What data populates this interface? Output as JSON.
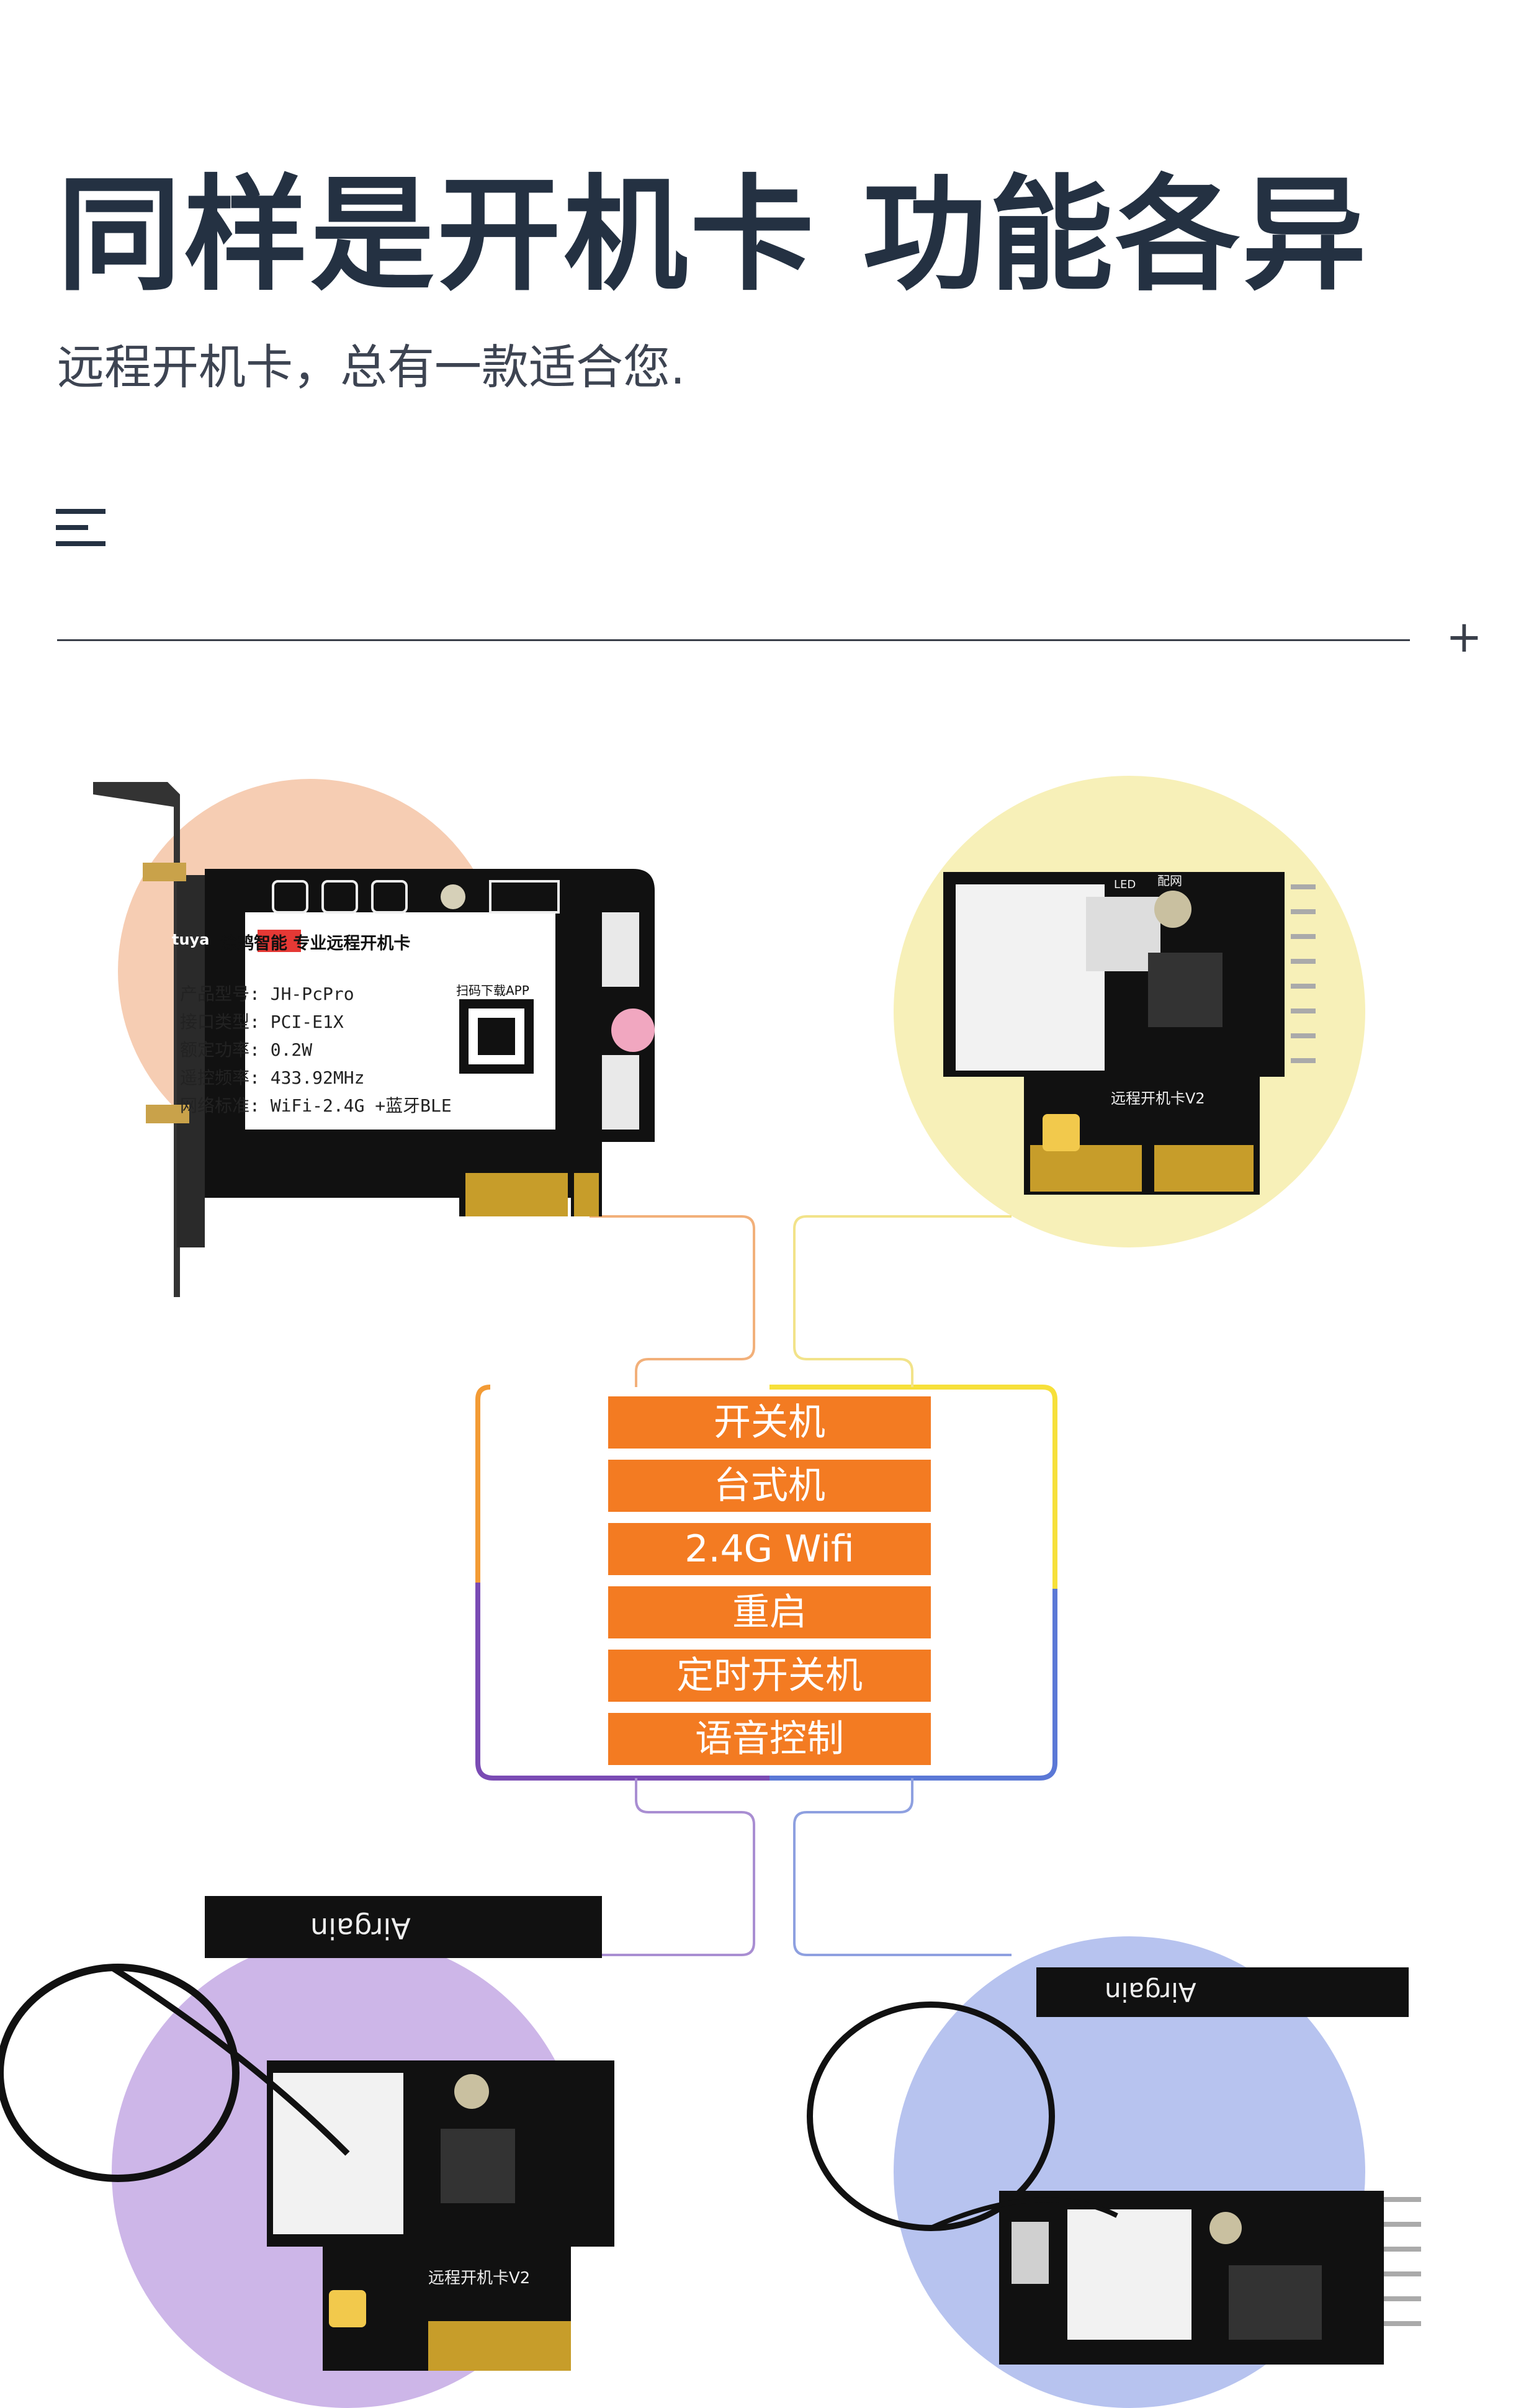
{
  "header": {
    "title": "同样是开机卡 功能各异",
    "subtitle": "远程开机卡，总有一款适合您."
  },
  "icons": {
    "menu": "menu-lines-icon",
    "plus": "plus-icon"
  },
  "features": [
    "开关机",
    "台式机",
    "2.4G Wifi",
    "重启",
    "定时开关机",
    "语音控制"
  ],
  "card_label": {
    "brand": "tuya",
    "title": "涂鸦智能  专业远程开机卡",
    "specs": [
      "产品型号: JH-PcPro",
      "接口类型: PCI-E1X",
      "额定功率: 0.2W",
      "遥控频率: 433.92MHz",
      "网络标准: WiFi-2.4G +蓝牙BLE"
    ],
    "qr_caption": "扫码下载APP"
  },
  "board_texts": {
    "yellow_board": "远程开机卡V2",
    "purple_board": "远程开机卡V2",
    "antenna": "Airgain",
    "pair_button": "配网",
    "led": "LED"
  },
  "colors": {
    "orange": "#f37b22",
    "peach_circle": "#f6cdb3",
    "yellow_circle": "#f7f0b8",
    "purple_circle": "#cdb6e8",
    "blue_circle": "#b7c3ef",
    "frame_orange": "#f39b35",
    "frame_yellow": "#f7e03a",
    "frame_purple": "#7a4bb4",
    "frame_blue": "#5b78d6"
  }
}
